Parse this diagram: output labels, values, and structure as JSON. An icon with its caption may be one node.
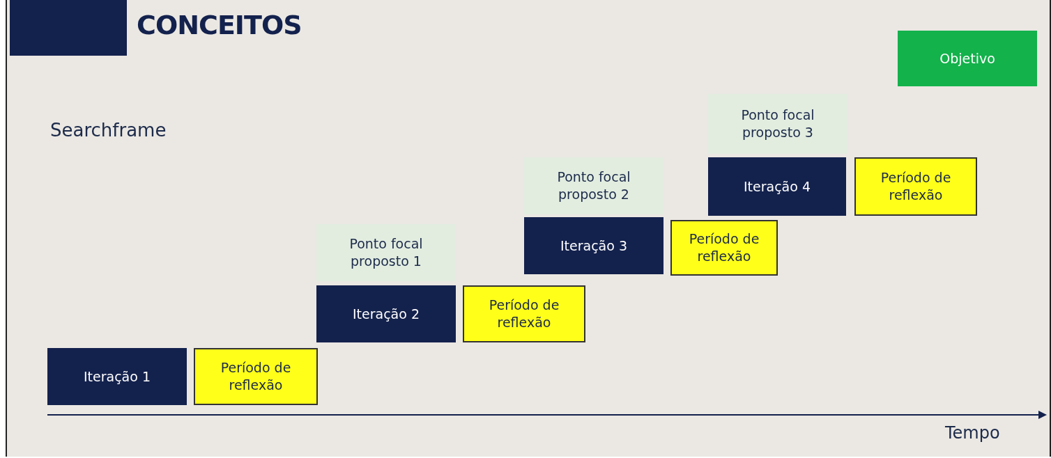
{
  "diagram": {
    "title": "CONCEITOS",
    "nodes": [
      {
        "text": [
          "Iteração 1"
        ]
      },
      {
        "text": [
          "Período de reflexão"
        ]
      },
      {
        "text": [
          "Ponto focal proposto 1"
        ]
      },
      {
        "text": [
          "Iteração 2"
        ]
      },
      {
        "text": [
          "Período de reflexão"
        ]
      },
      {
        "text": [
          "Ponto focal proposto 2"
        ]
      },
      {
        "text": [
          "Iteração 3"
        ]
      },
      {
        "text": [
          "Período de reflexão"
        ]
      },
      {
        "text": [
          "Ponto focal proposto 3"
        ]
      },
      {
        "text": [
          "Iteração 4"
        ]
      },
      {
        "text": [
          "Período de reflexão"
        ]
      },
      {
        "text": [
          "Objetivo"
        ]
      },
      {
        "text": [],
        "shape": "box"
      }
    ],
    "labels": [
      "Searchframe",
      "Tempo"
    ]
  }
}
